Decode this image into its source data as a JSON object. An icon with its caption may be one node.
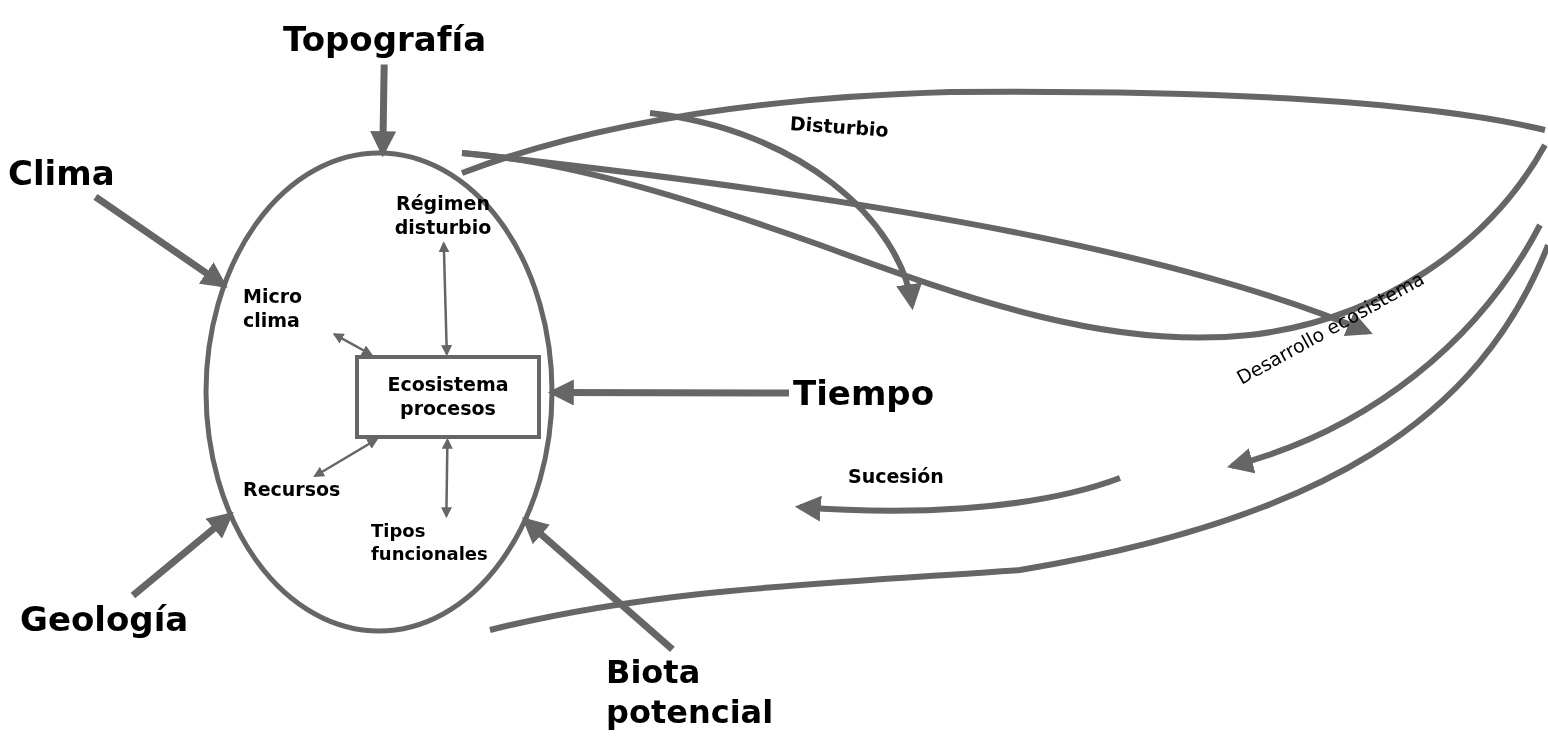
{
  "diagram": {
    "nodes": [
      {
        "text": [
          "Topografía"
        ]
      },
      {
        "text": [
          "Clima"
        ]
      },
      {
        "text": [],
        "shape": "circle"
      },
      {
        "text": [
          "Régimen disturbio"
        ],
        "in": 2
      },
      {
        "text": [
          "Micro clima"
        ],
        "in": 2
      },
      {
        "text": [
          "Ecosistema procesos"
        ],
        "in": 2
      },
      {
        "text": [
          "Recursos"
        ],
        "in": 2
      },
      {
        "text": [
          "Tipos funcionales"
        ],
        "in": 2
      },
      {
        "text": [
          "Tiempo"
        ]
      },
      {
        "text": [
          "Geología"
        ]
      },
      {
        "text": [
          "Biota potencial"
        ]
      }
    ],
    "edges": [
      {
        "from": 0,
        "to": 2,
        "arrow": "to"
      },
      {
        "from": 1,
        "to": 2,
        "arrow": "to"
      },
      {
        "from": 8,
        "to": 2,
        "arrow": "to"
      },
      {
        "from": 9,
        "to": 2,
        "arrow": "to"
      },
      {
        "from": 10,
        "to": 2,
        "arrow": "to"
      },
      {
        "from": 4,
        "to": 5,
        "arrow": "both"
      },
      {
        "from": 3,
        "to": 5,
        "arrow": "both"
      },
      {
        "from": 6,
        "to": 5,
        "arrow": "both"
      },
      {
        "from": 7,
        "to": 5,
        "arrow": "both"
      }
    ],
    "labels": [
      "Disturbio",
      "Desarrollo ecosistema",
      "Sucesión"
    ]
  }
}
